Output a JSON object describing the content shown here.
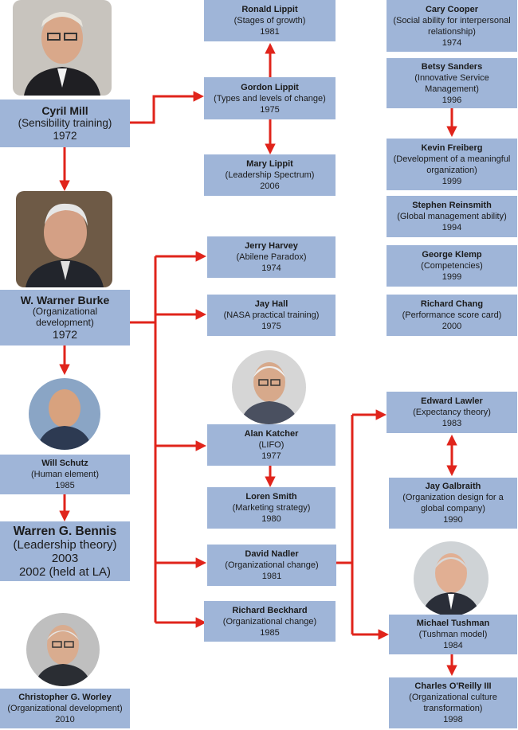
{
  "nodes": {
    "cyril_mill": {
      "name": "Cyril Mill",
      "topic": "(Sensibility training)",
      "year": "1972"
    },
    "ronald_lippit": {
      "name": "Ronald Lippit",
      "topic": "(Stages of growth)",
      "year": "1981"
    },
    "gordon_lippit": {
      "name": "Gordon Lippit",
      "topic": "(Types and levels of change)",
      "year": "1975"
    },
    "mary_lippit": {
      "name": "Mary Lippit",
      "topic": "(Leadership Spectrum)",
      "year": "2006"
    },
    "cary_cooper": {
      "name": "Cary Cooper",
      "topic": "(Social ability for interpersonal relationship)",
      "year": "1974"
    },
    "betsy_sanders": {
      "name": "Betsy Sanders",
      "topic": "(Innovative Service Management)",
      "year": "1996"
    },
    "kevin_freiberg": {
      "name": "Kevin Freiberg",
      "topic": "(Development of a meaningful organization)",
      "year": "1999"
    },
    "stephen_reinsmith": {
      "name": "Stephen Reinsmith",
      "topic": "(Global management ability)",
      "year": "1994"
    },
    "george_klemp": {
      "name": "George Klemp",
      "topic": "(Competencies)",
      "year": "1999"
    },
    "richard_chang": {
      "name": "Richard Chang",
      "topic": "(Performance score card)",
      "year": "2000"
    },
    "warner_burke": {
      "name": "W. Warner Burke",
      "topic": "(Organizational development)",
      "year": "1972"
    },
    "jerry_harvey": {
      "name": "Jerry Harvey",
      "topic": "(Abilene Paradox)",
      "year": "1974"
    },
    "jay_hall": {
      "name": "Jay Hall",
      "topic": "(NASA practical training)",
      "year": "1975"
    },
    "alan_katcher": {
      "name": "Alan Katcher",
      "topic": "(LIFO)",
      "year": "1977"
    },
    "loren_smith": {
      "name": "Loren Smith",
      "topic": "(Marketing strategy)",
      "year": "1980"
    },
    "david_nadler": {
      "name": "David Nadler",
      "topic": "(Organizational change)",
      "year": "1981"
    },
    "richard_beckhard": {
      "name": "Richard Beckhard",
      "topic": "(Organizational change)",
      "year": "1985"
    },
    "will_schutz": {
      "name": "Will Schutz",
      "topic": "(Human element)",
      "year": "1985"
    },
    "warren_bennis": {
      "name": "Warren G. Bennis",
      "topic": "(Leadership theory)",
      "year": "2003",
      "extra": "2002 (held at LA)"
    },
    "christopher_worley": {
      "name": "Christopher G. Worley",
      "topic": "(Organizational development)",
      "year": "2010"
    },
    "edward_lawler": {
      "name": "Edward Lawler",
      "topic": "(Expectancy theory)",
      "year": "1983"
    },
    "jay_galbraith": {
      "name": "Jay Galbraith",
      "topic": "(Organization design for a global company)",
      "year": "1990"
    },
    "michael_tushman": {
      "name": "Michael Tushman",
      "topic": "(Tushman model)",
      "year": "1984"
    },
    "charles_oreilly": {
      "name": "Charles O'Reilly III",
      "topic": "(Organizational culture transformation)",
      "year": "1998"
    }
  },
  "colors": {
    "box": "#9fb5d8",
    "arrow": "#e0241b"
  }
}
